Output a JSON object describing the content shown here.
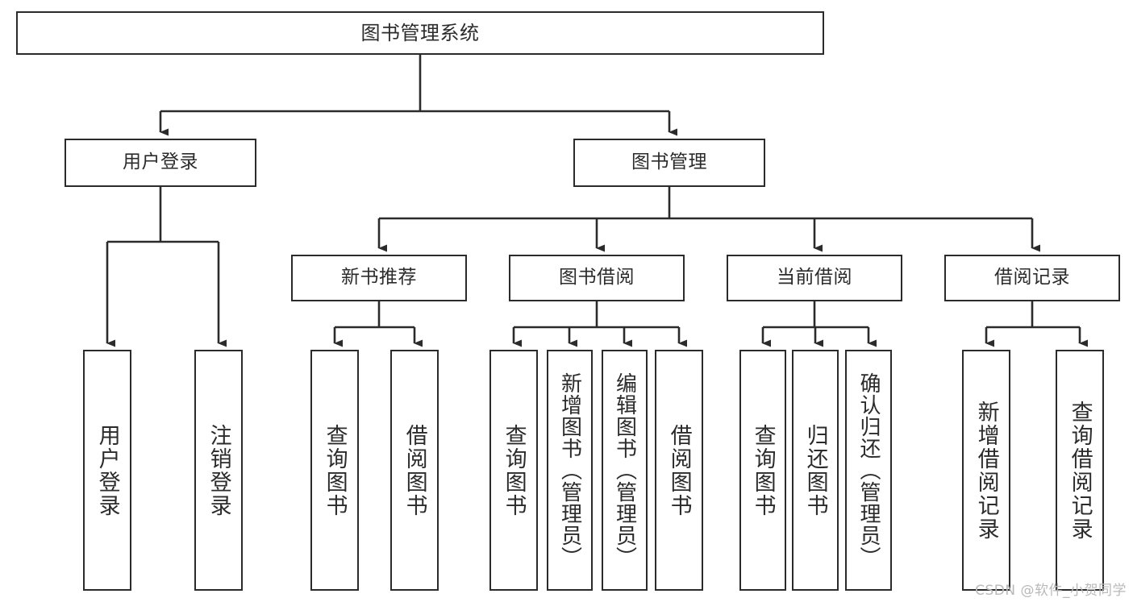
{
  "diagram": {
    "title": "图书管理系统",
    "type": "tree-hierarchy-chart",
    "root": {
      "id": "root",
      "label": "图书管理系统"
    },
    "level2": [
      {
        "id": "user-login",
        "label": "用户登录"
      },
      {
        "id": "book-manage",
        "label": "图书管理"
      }
    ],
    "level3": [
      {
        "id": "new-book-recommend",
        "label": "新书推荐"
      },
      {
        "id": "book-borrow",
        "label": "图书借阅"
      },
      {
        "id": "current-borrow",
        "label": "当前借阅"
      },
      {
        "id": "borrow-record",
        "label": "借阅记录"
      }
    ],
    "leaves": [
      {
        "id": "leaf-user-login",
        "label": "用户登录",
        "parent": "user-login"
      },
      {
        "id": "leaf-logout-login",
        "label": "注销登录",
        "parent": "user-login"
      },
      {
        "id": "leaf-query-book-1",
        "label": "查询图书",
        "parent": "new-book-recommend"
      },
      {
        "id": "leaf-borrow-book-1",
        "label": "借阅图书",
        "parent": "new-book-recommend"
      },
      {
        "id": "leaf-query-book-2",
        "label": "查询图书",
        "parent": "book-borrow"
      },
      {
        "id": "leaf-add-book-admin",
        "label": "新增图书（管理员）",
        "parent": "book-borrow"
      },
      {
        "id": "leaf-edit-book-admin",
        "label": "编辑图书（管理员）",
        "parent": "book-borrow"
      },
      {
        "id": "leaf-borrow-book-2",
        "label": "借阅图书",
        "parent": "book-borrow"
      },
      {
        "id": "leaf-query-book-3",
        "label": "查询图书",
        "parent": "current-borrow"
      },
      {
        "id": "leaf-return-book",
        "label": "归还图书",
        "parent": "current-borrow"
      },
      {
        "id": "leaf-confirm-return-admin",
        "label": "确认归还（管理员）",
        "parent": "current-borrow"
      },
      {
        "id": "leaf-add-borrow-record",
        "label": "新增借阅记录",
        "parent": "borrow-record"
      },
      {
        "id": "leaf-query-borrow-record",
        "label": "查询借阅记录",
        "parent": "borrow-record"
      }
    ],
    "colors": {
      "stroke": "#2b2b2b",
      "fill": "#ffffff",
      "text": "#2b2b2b",
      "watermark": "#b9b9b9"
    }
  },
  "watermark": "CSDN @软件_小贺同学"
}
